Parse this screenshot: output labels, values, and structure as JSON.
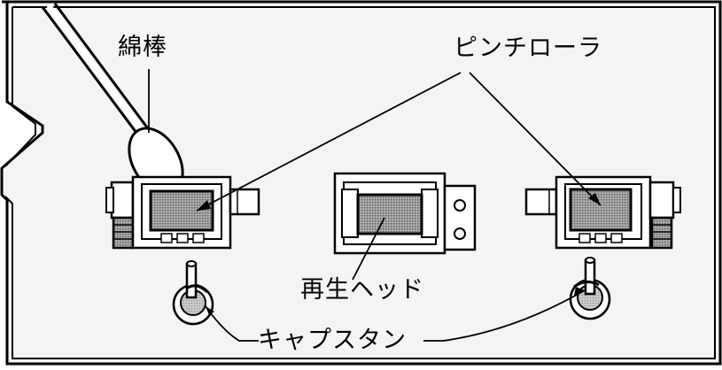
{
  "labels": {
    "cotton_swab": "綿棒",
    "pinch_roller": "ピンチローラ",
    "playback_head": "再生ヘッド",
    "capstan": "キャプスタン"
  },
  "colors": {
    "ink": "#000000",
    "paper": "#ffffff",
    "panel_fill": "#f2f2f2",
    "shade": "#8a8a8a"
  }
}
